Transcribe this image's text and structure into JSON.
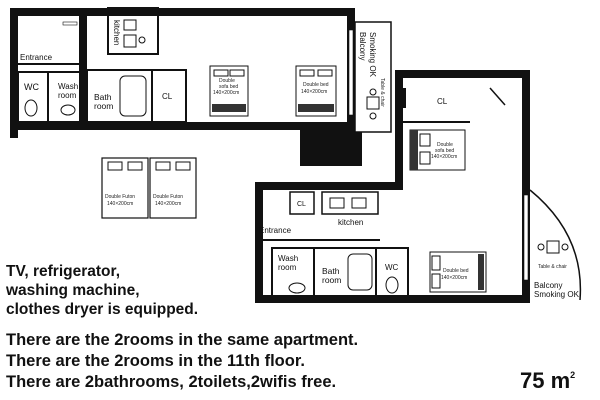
{
  "room_a": {
    "kitchen": "kitchen",
    "entrance": "Entrance",
    "wc": "WC",
    "wash": [
      "Wash",
      "room"
    ],
    "bath": [
      "Bath",
      "room"
    ],
    "cl": "CL",
    "sofa_bed_1": [
      "Double",
      "sofa bed",
      "140×200cm"
    ],
    "sofa_bed_2": [
      "Double bed",
      "140×200cm"
    ],
    "balcony": [
      "Balcony",
      "Smoking OK"
    ],
    "table": "Table & chair"
  },
  "futons": {
    "futon_1": [
      "Double Futon",
      "140×200cm"
    ],
    "futon_2": [
      "Double Futon",
      "140×200cm"
    ]
  },
  "room_b": {
    "cl_top": "CL",
    "sofa_bed": [
      "Double",
      "sofa bed",
      "140×200cm"
    ],
    "cl_small": "CL",
    "kitchen": "kitchen",
    "entrance": "Entrance",
    "wash": [
      "Wash",
      "room"
    ],
    "bath": [
      "Bath",
      "room"
    ],
    "wc": "WC",
    "bed": [
      "Double bed",
      "140×200cm"
    ],
    "table": "Table & chair",
    "balcony": [
      "Balcony",
      "Smoking OK"
    ]
  },
  "equipment_note": [
    "TV, refrigerator,",
    "washing machine,",
    "clothes dryer is equipped."
  ],
  "info_lines": [
    "There are the 2rooms in the same apartment.",
    "There are the 2rooms in the 11th floor.",
    "There are 2bathrooms, 2toilets,2wifis free."
  ],
  "area": {
    "value": "75 m",
    "sup": "2"
  }
}
